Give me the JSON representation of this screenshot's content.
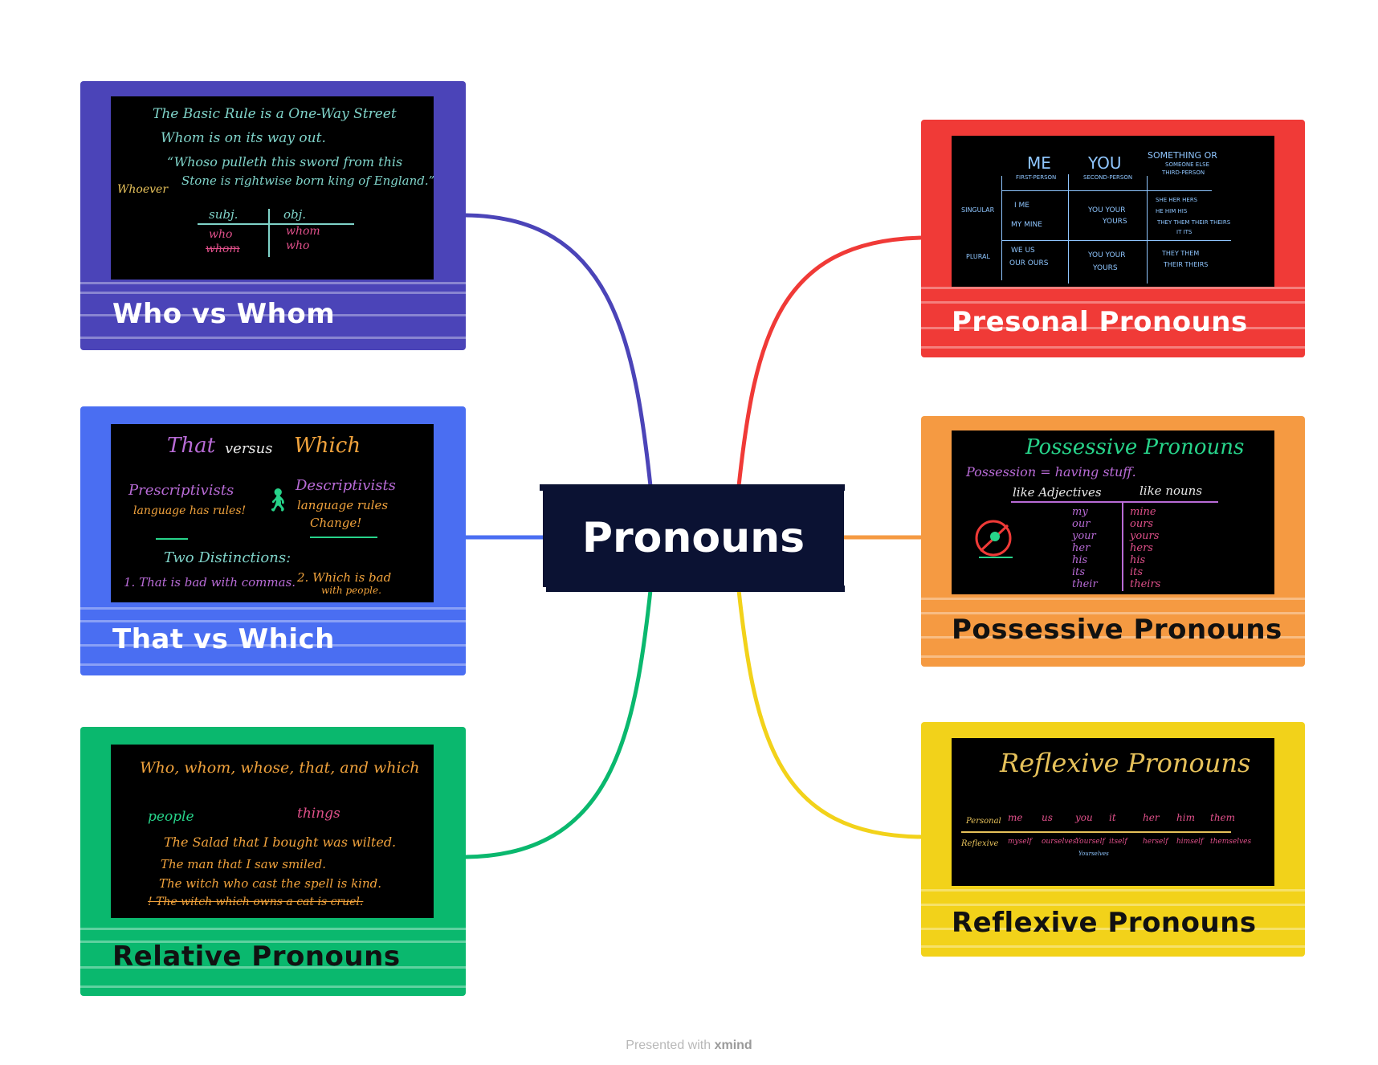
{
  "central_topic": "Pronouns",
  "footer": {
    "prefix": "Presented with",
    "brand": "xmind"
  },
  "colors": {
    "who_vs_whom": "#4b44b8",
    "that_vs_which": "#4a6ef2",
    "relative": "#0ab86e",
    "personal": "#f03a37",
    "possessive": "#f59a42",
    "reflexive": "#f2d21a",
    "central": "#0b1233"
  },
  "topics": {
    "who_vs_whom": {
      "title": "Who vs Whom",
      "board": {
        "l1": "The Basic Rule is a One-Way Street",
        "l2": "Whom is on its way out.",
        "l3": "“Whoso pulleth this sword from this",
        "l4": "Stone is rightwise born king of England.”",
        "l5": "Whoever",
        "h1": "subj.",
        "h2": "obj.",
        "c1": "who",
        "c2": "whom",
        "c3": "whom",
        "c4": "who"
      }
    },
    "that_vs_which": {
      "title": "That vs Which",
      "board": {
        "t1": "That",
        "t2": "versus",
        "t3": "Which",
        "a1": "Prescriptivists",
        "a2": "language has rules!",
        "b1": "Descriptivists",
        "b2": "language rules",
        "b3": "Change!",
        "d1": "Two Distinctions:",
        "d2": "1. That is bad with commas.",
        "d3": "2. Which is bad",
        "d4": "with people."
      }
    },
    "relative": {
      "title": "Relative Pronouns",
      "board": {
        "h": "Who, whom, whose, that, and which",
        "p": "people",
        "t": "things",
        "s1": "The Salad that I bought was wilted.",
        "s2": "The man that I saw smiled.",
        "s3": "The witch who cast the spell is kind.",
        "s4": "! The witch which owns a cat is cruel."
      }
    },
    "personal": {
      "title": "Presonal Pronouns",
      "board": {
        "c1": "ME",
        "c1s": "FIRST-PERSON",
        "c2": "YOU",
        "c2s": "SECOND-PERSON",
        "c3": "SOMETHING OR",
        "c3b": "SOMEONE ELSE",
        "c3s": "THIRD-PERSON",
        "r1": "SINGULAR",
        "r2": "PLURAL",
        "s1a": "I   ME",
        "s1b": "MY  MINE",
        "s2a": "YOU  YOUR",
        "s2b": "YOURS",
        "s3a": "SHE HER  HERS",
        "s3b": "HE HIM  HIS",
        "s3c": "THEY THEM THEIR THEIRS",
        "s3d": "IT  ITS",
        "p1a": "WE  US",
        "p1b": "OUR  OURS",
        "p2a": "YOU  YOUR",
        "p2b": "YOURS",
        "p3a": "THEY  THEM",
        "p3b": "THEIR  THEIRS"
      }
    },
    "possessive": {
      "title": "Possessive Pronouns",
      "board": {
        "h": "Possessive Pronouns",
        "sub": "Possession = having stuff.",
        "c1": "like Adjectives",
        "c2": "like nouns",
        "adj": [
          "my",
          "our",
          "your",
          "her",
          "his",
          "its",
          "their"
        ],
        "nouns": [
          "mine",
          "ours",
          "yours",
          "hers",
          "his",
          "its",
          "theirs"
        ]
      }
    },
    "reflexive": {
      "title": "Reflexive Pronouns",
      "board": {
        "h": "Reflexive Pronouns",
        "r1": "Personal",
        "r2": "Reflexive",
        "personal": [
          "me",
          "us",
          "you",
          "it",
          "her",
          "him",
          "them"
        ],
        "reflexive": [
          "myself",
          "ourselves",
          "Yourself",
          "itself",
          "herself",
          "himself",
          "themselves"
        ],
        "extra": "Yourselves"
      }
    }
  }
}
